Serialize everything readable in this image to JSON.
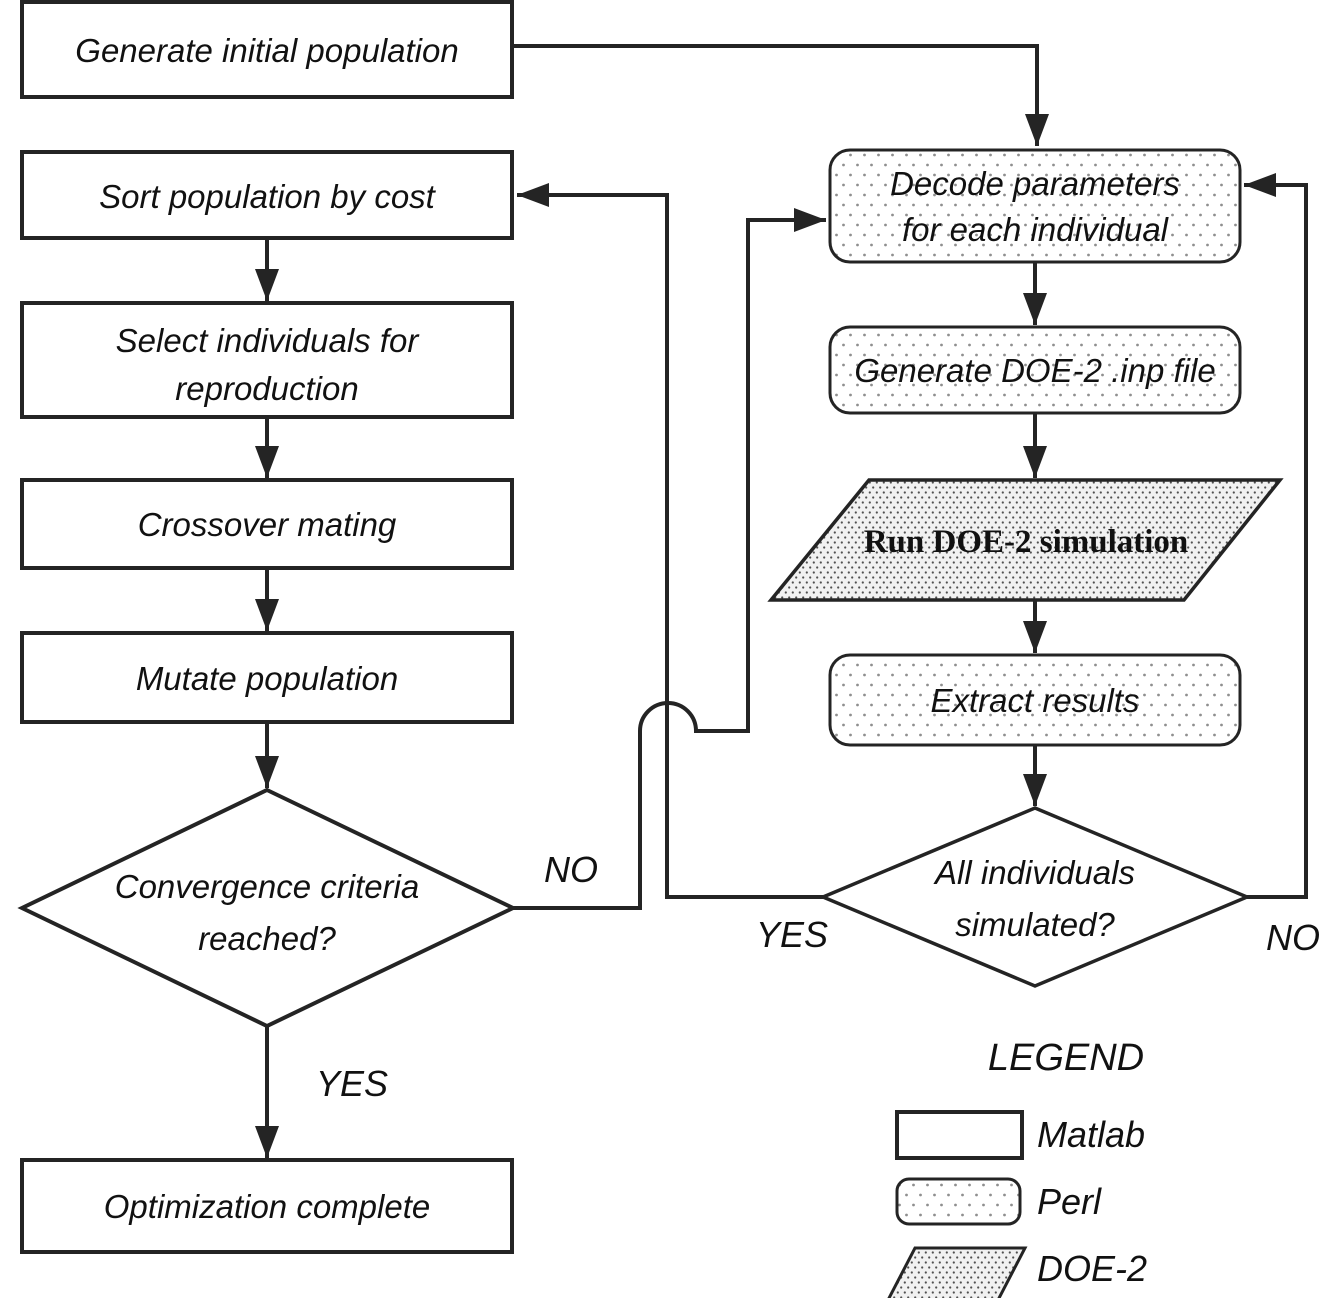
{
  "nodes": {
    "generate_initial": {
      "label": "Generate initial population",
      "tool": "Matlab"
    },
    "sort": {
      "label": "Sort population by cost",
      "tool": "Matlab"
    },
    "select": {
      "line1": "Select individuals for",
      "line2": "reproduction",
      "tool": "Matlab"
    },
    "crossover": {
      "label": "Crossover mating",
      "tool": "Matlab"
    },
    "mutate": {
      "label": "Mutate population",
      "tool": "Matlab"
    },
    "convergence": {
      "line1": "Convergence criteria",
      "line2": "reached?",
      "tool": "Matlab"
    },
    "optimization": {
      "label": "Optimization complete",
      "tool": "Matlab"
    },
    "decode": {
      "line1": "Decode parameters",
      "line2": "for each individual",
      "tool": "Perl"
    },
    "gen_inp": {
      "label": "Generate DOE-2 .inp file",
      "tool": "Perl"
    },
    "run_doe2": {
      "label": "Run DOE-2 simulation",
      "tool": "DOE-2"
    },
    "extract": {
      "label": "Extract results",
      "tool": "Perl"
    },
    "all_simulated": {
      "line1": "All individuals",
      "line2": "simulated?",
      "tool": "Perl"
    }
  },
  "edge_labels": {
    "convergence_no": "NO",
    "convergence_yes": "YES",
    "all_simulated_yes": "YES",
    "all_simulated_no": "NO"
  },
  "legend": {
    "title": "LEGEND",
    "items": [
      {
        "label": "Matlab",
        "swatch": "white-rectangle"
      },
      {
        "label": "Perl",
        "swatch": "dotted-rounded-rectangle"
      },
      {
        "label": "DOE-2",
        "swatch": "dense-dotted-parallelogram"
      }
    ]
  },
  "colors": {
    "background": "#ffffff",
    "line": "#242424",
    "text": "#111111",
    "box_fill": "#ffffff",
    "perl_dot": "#8f8f8f",
    "doe2_dot": "#4f4f4f",
    "doe2_fill": "#f1f1f1"
  }
}
